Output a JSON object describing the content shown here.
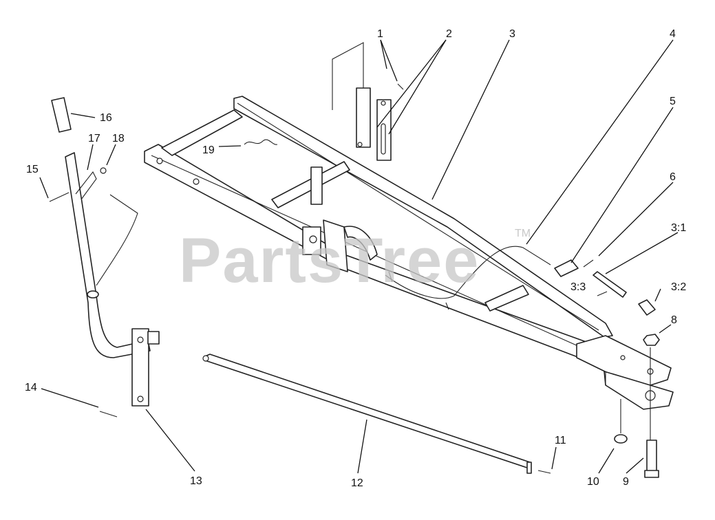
{
  "watermark": {
    "text": "PartsTree",
    "trademark": "TM"
  },
  "callouts": [
    {
      "id": "c1",
      "label": "1"
    },
    {
      "id": "c2",
      "label": "2"
    },
    {
      "id": "c3",
      "label": "3"
    },
    {
      "id": "c4",
      "label": "4"
    },
    {
      "id": "c5",
      "label": "5"
    },
    {
      "id": "c6",
      "label": "6"
    },
    {
      "id": "c3_1",
      "label": "3:1"
    },
    {
      "id": "c3_2",
      "label": "3:2"
    },
    {
      "id": "c3_3",
      "label": "3:3"
    },
    {
      "id": "c8",
      "label": "8"
    },
    {
      "id": "c9",
      "label": "9"
    },
    {
      "id": "c10",
      "label": "10"
    },
    {
      "id": "c11",
      "label": "11"
    },
    {
      "id": "c12",
      "label": "12"
    },
    {
      "id": "c13",
      "label": "13"
    },
    {
      "id": "c14",
      "label": "14"
    },
    {
      "id": "c15",
      "label": "15"
    },
    {
      "id": "c16",
      "label": "16"
    },
    {
      "id": "c17",
      "label": "17"
    },
    {
      "id": "c18",
      "label": "18"
    },
    {
      "id": "c19",
      "label": "19"
    }
  ]
}
